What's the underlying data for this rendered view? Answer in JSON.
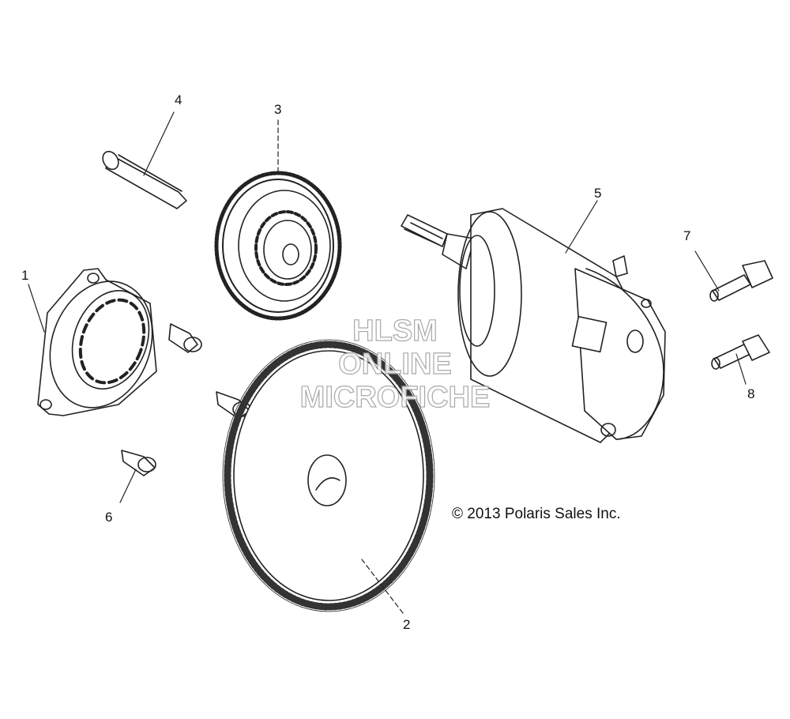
{
  "diagram": {
    "callouts": [
      {
        "id": "c1",
        "label": "1"
      },
      {
        "id": "c2",
        "label": "2"
      },
      {
        "id": "c3",
        "label": "3"
      },
      {
        "id": "c4",
        "label": "4"
      },
      {
        "id": "c5",
        "label": "5"
      },
      {
        "id": "c6",
        "label": "6"
      },
      {
        "id": "c7",
        "label": "7"
      },
      {
        "id": "c8",
        "label": "8"
      }
    ],
    "copyright": "© 2013 Polaris Sales Inc.",
    "watermark": [
      "HLSM",
      "ONLINE",
      "MICROFICHE"
    ],
    "line_color": "#222222"
  }
}
